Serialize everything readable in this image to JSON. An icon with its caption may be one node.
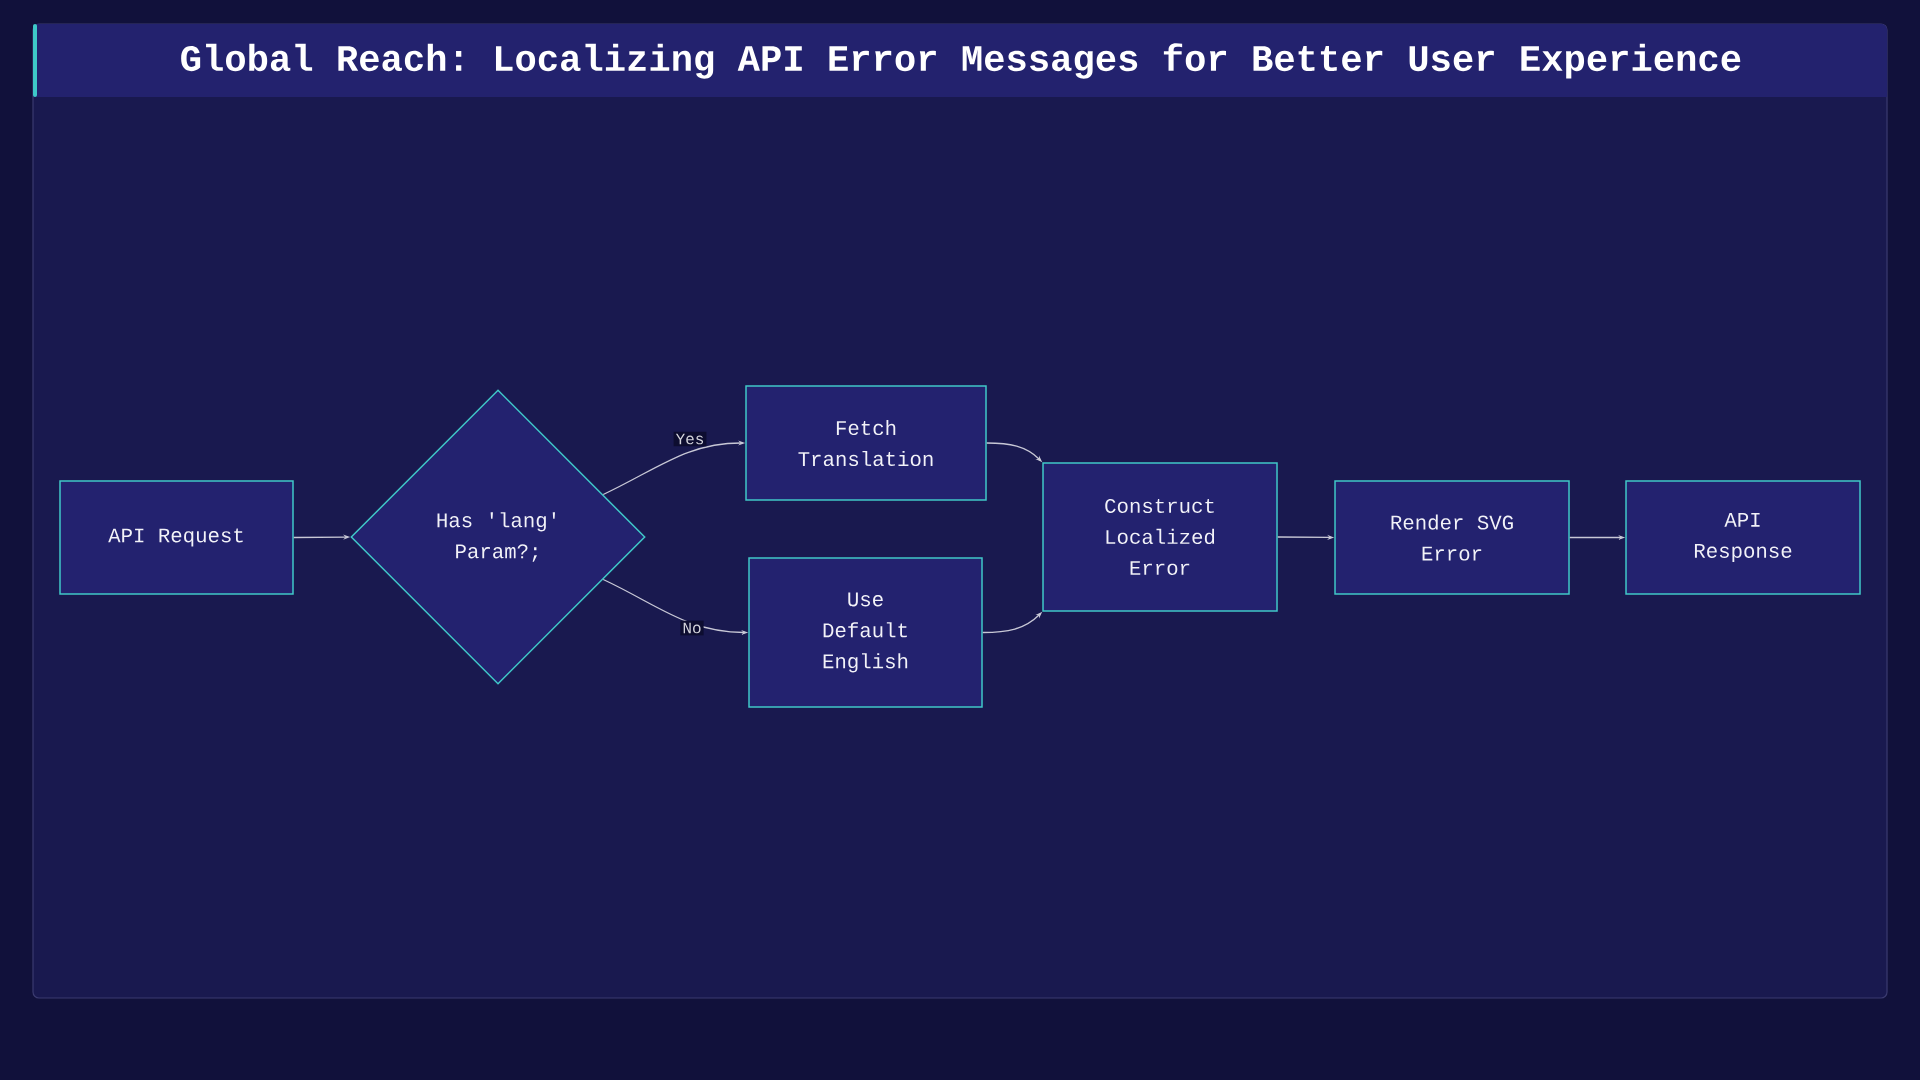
{
  "diagram": {
    "title": "Global Reach: Localizing API Error Messages for Better User Experience",
    "nodes": [
      {
        "text": [
          "API Request"
        ]
      },
      {
        "text": [
          "Has 'lang' Param?;"
        ]
      },
      {
        "text": [
          "Fetch Translation"
        ]
      },
      {
        "text": [
          "Use Default English"
        ]
      },
      {
        "text": [
          "Construct Localized Error"
        ]
      },
      {
        "text": [
          "Render SVG Error"
        ]
      },
      {
        "text": [
          "API Response"
        ]
      }
    ],
    "edges": [
      {
        "from": 0,
        "to": 1,
        "arrow": "to"
      },
      {
        "from": 1,
        "to": 2,
        "arrow": "to",
        "label": "Yes"
      },
      {
        "from": 1,
        "to": 3,
        "arrow": "to",
        "label": "No"
      },
      {
        "from": 2,
        "to": 4,
        "arrow": "to"
      },
      {
        "from": 3,
        "to": 4,
        "arrow": "to"
      },
      {
        "from": 4,
        "to": 5,
        "arrow": "to"
      },
      {
        "from": 5,
        "to": 6,
        "arrow": "to"
      }
    ]
  }
}
